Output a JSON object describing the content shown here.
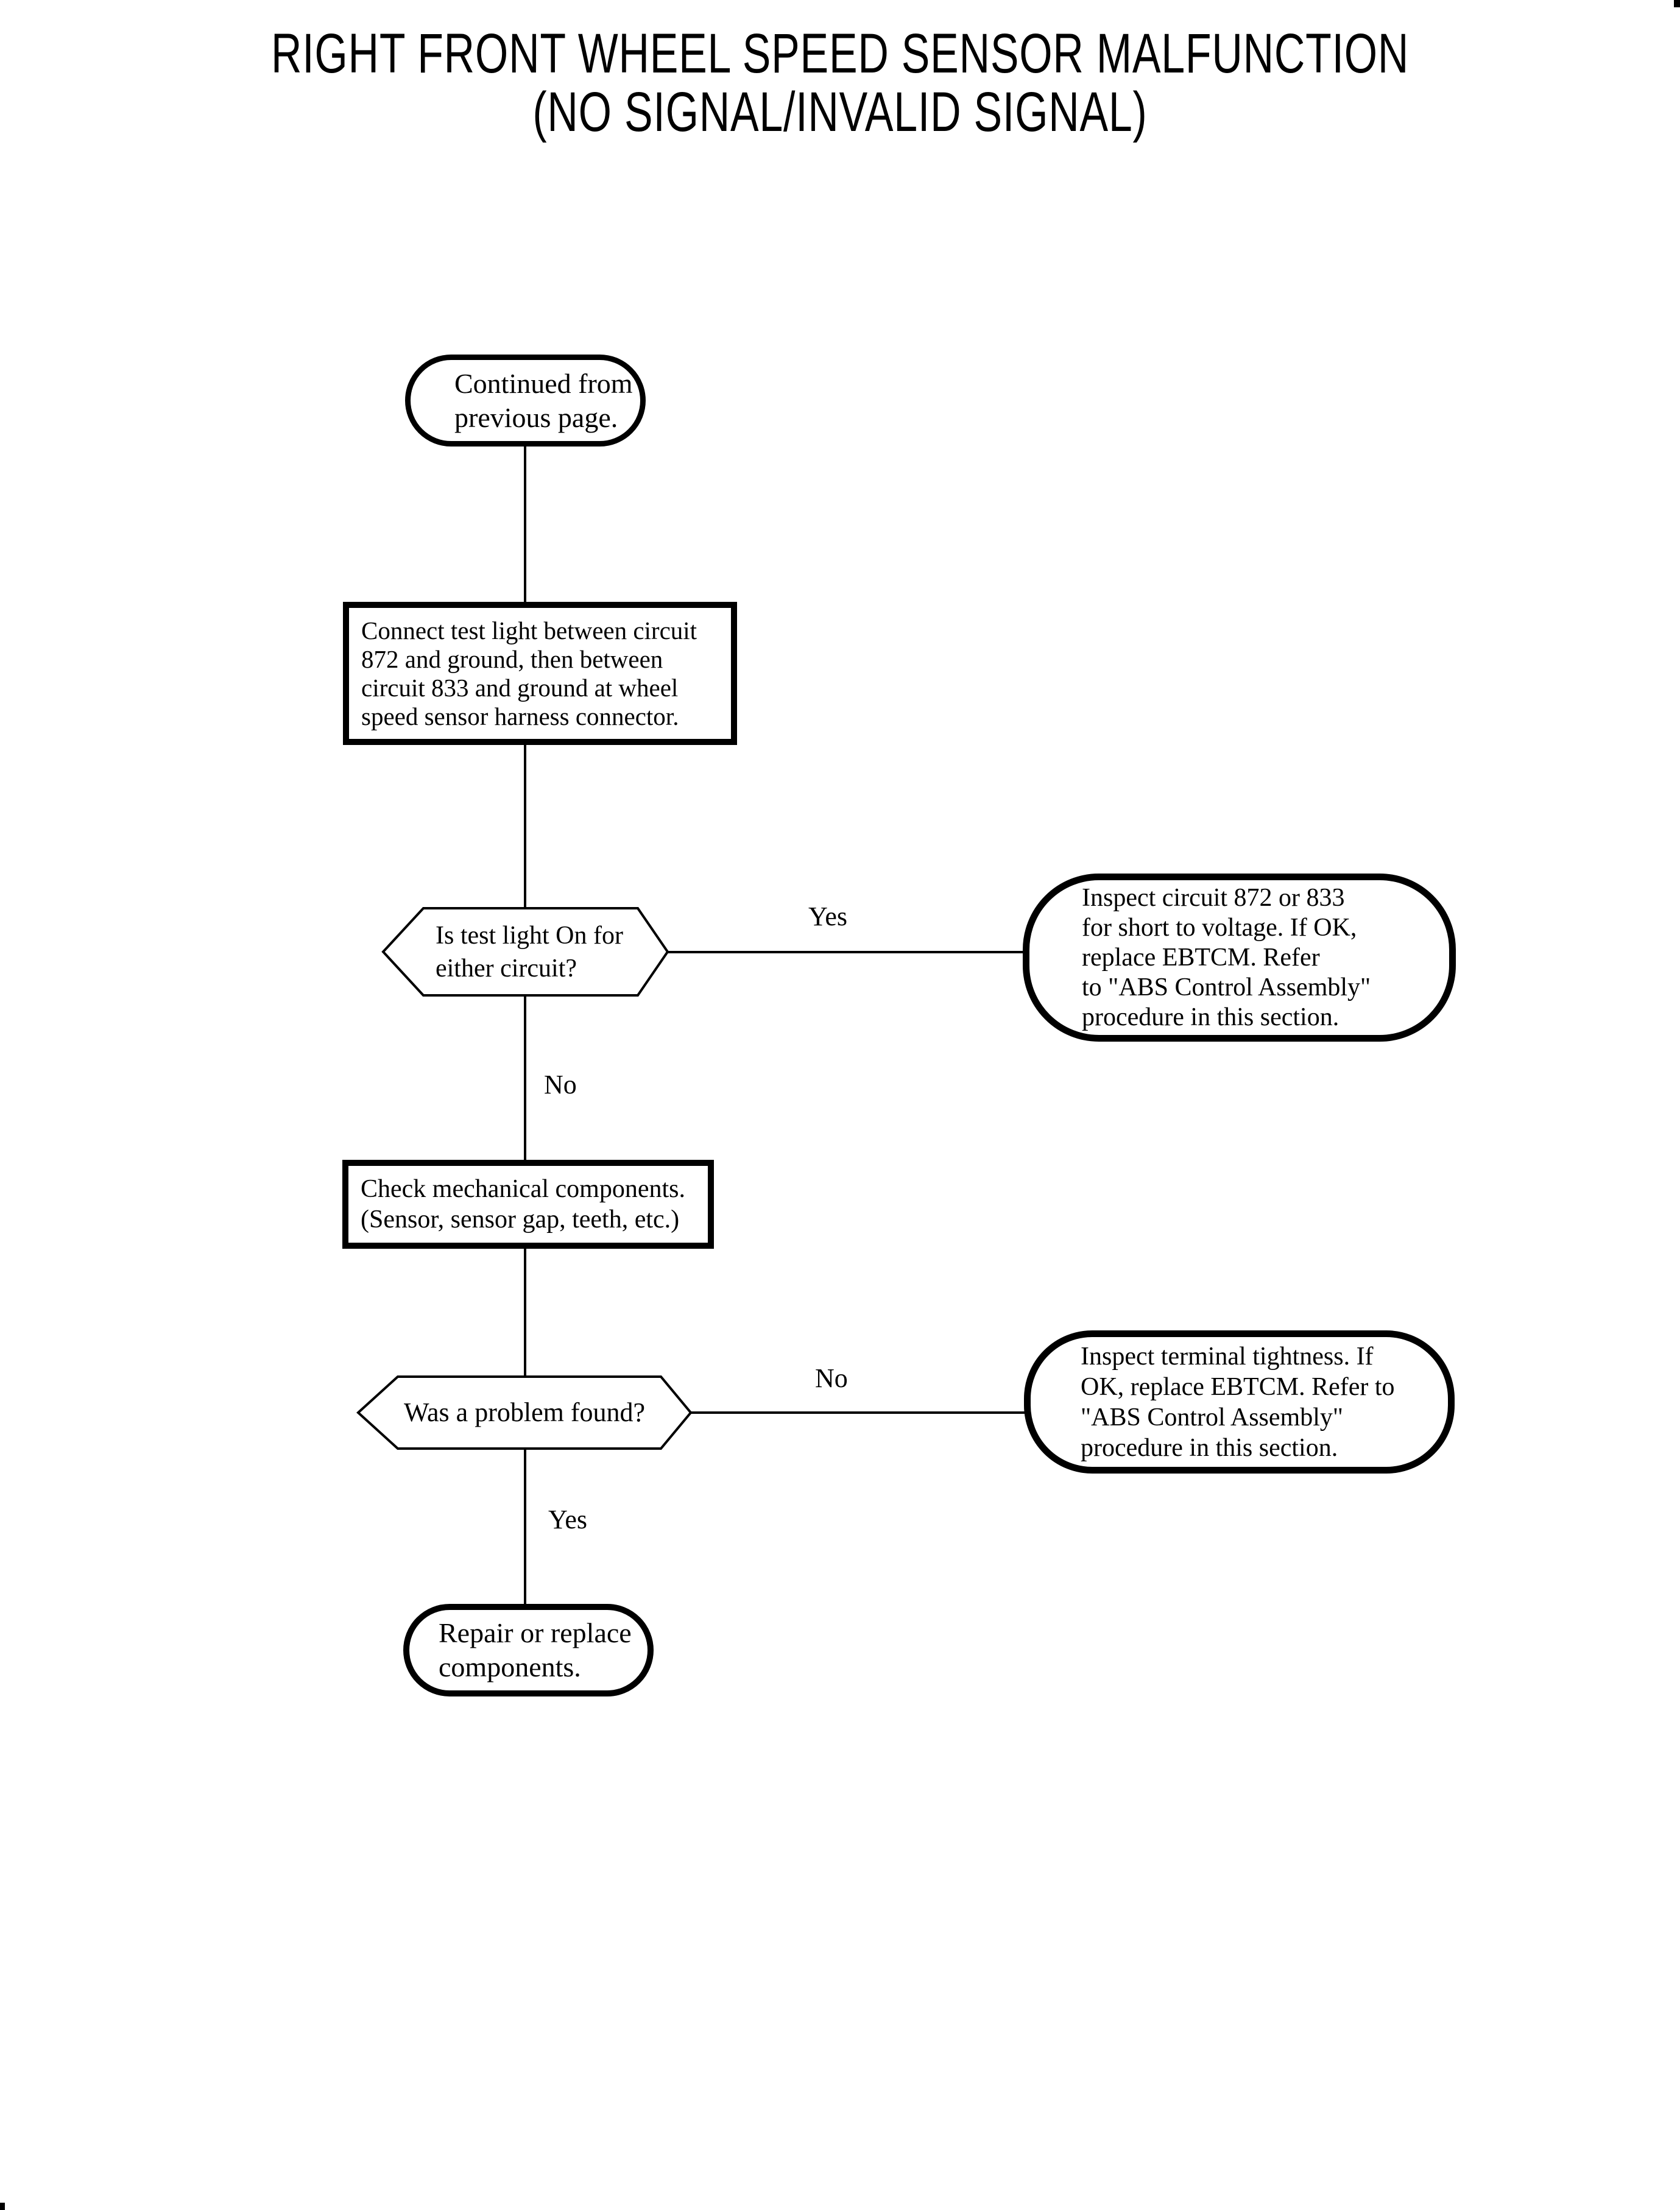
{
  "title": {
    "line1": "RIGHT FRONT WHEEL SPEED SENSOR MALFUNCTION",
    "line2": "(NO SIGNAL/INVALID SIGNAL)"
  },
  "nodes": {
    "continued": {
      "shape": "terminator",
      "text": "Continued from\nprevious page."
    },
    "connect": {
      "shape": "process",
      "text": "Connect test light between circuit\n872 and ground, then between\ncircuit 833 and ground at wheel\nspeed sensor harness connector."
    },
    "testlight": {
      "shape": "decision",
      "text": "Is test light On for\neither circuit?"
    },
    "inspect_voltage": {
      "shape": "terminator",
      "text": "Inspect circuit 872 or 833\nfor short to voltage. If OK,\nreplace EBTCM. Refer\nto \"ABS Control Assembly\"\nprocedure in this section."
    },
    "check": {
      "shape": "process",
      "text": "Check mechanical components.\n(Sensor, sensor gap, teeth, etc.)"
    },
    "problem": {
      "shape": "decision",
      "text": "Was a problem found?"
    },
    "inspect_terminal": {
      "shape": "terminator",
      "text": "Inspect terminal tightness. If\nOK, replace EBTCM. Refer to\n\"ABS Control Assembly\"\nprocedure in this section."
    },
    "repair": {
      "shape": "terminator",
      "text": "Repair or replace\ncomponents."
    }
  },
  "labels": {
    "yes1": "Yes",
    "no1": "No",
    "no2": "No",
    "yes2": "Yes"
  },
  "colors": {
    "ink": "#000000",
    "paper": "#ffffff"
  }
}
